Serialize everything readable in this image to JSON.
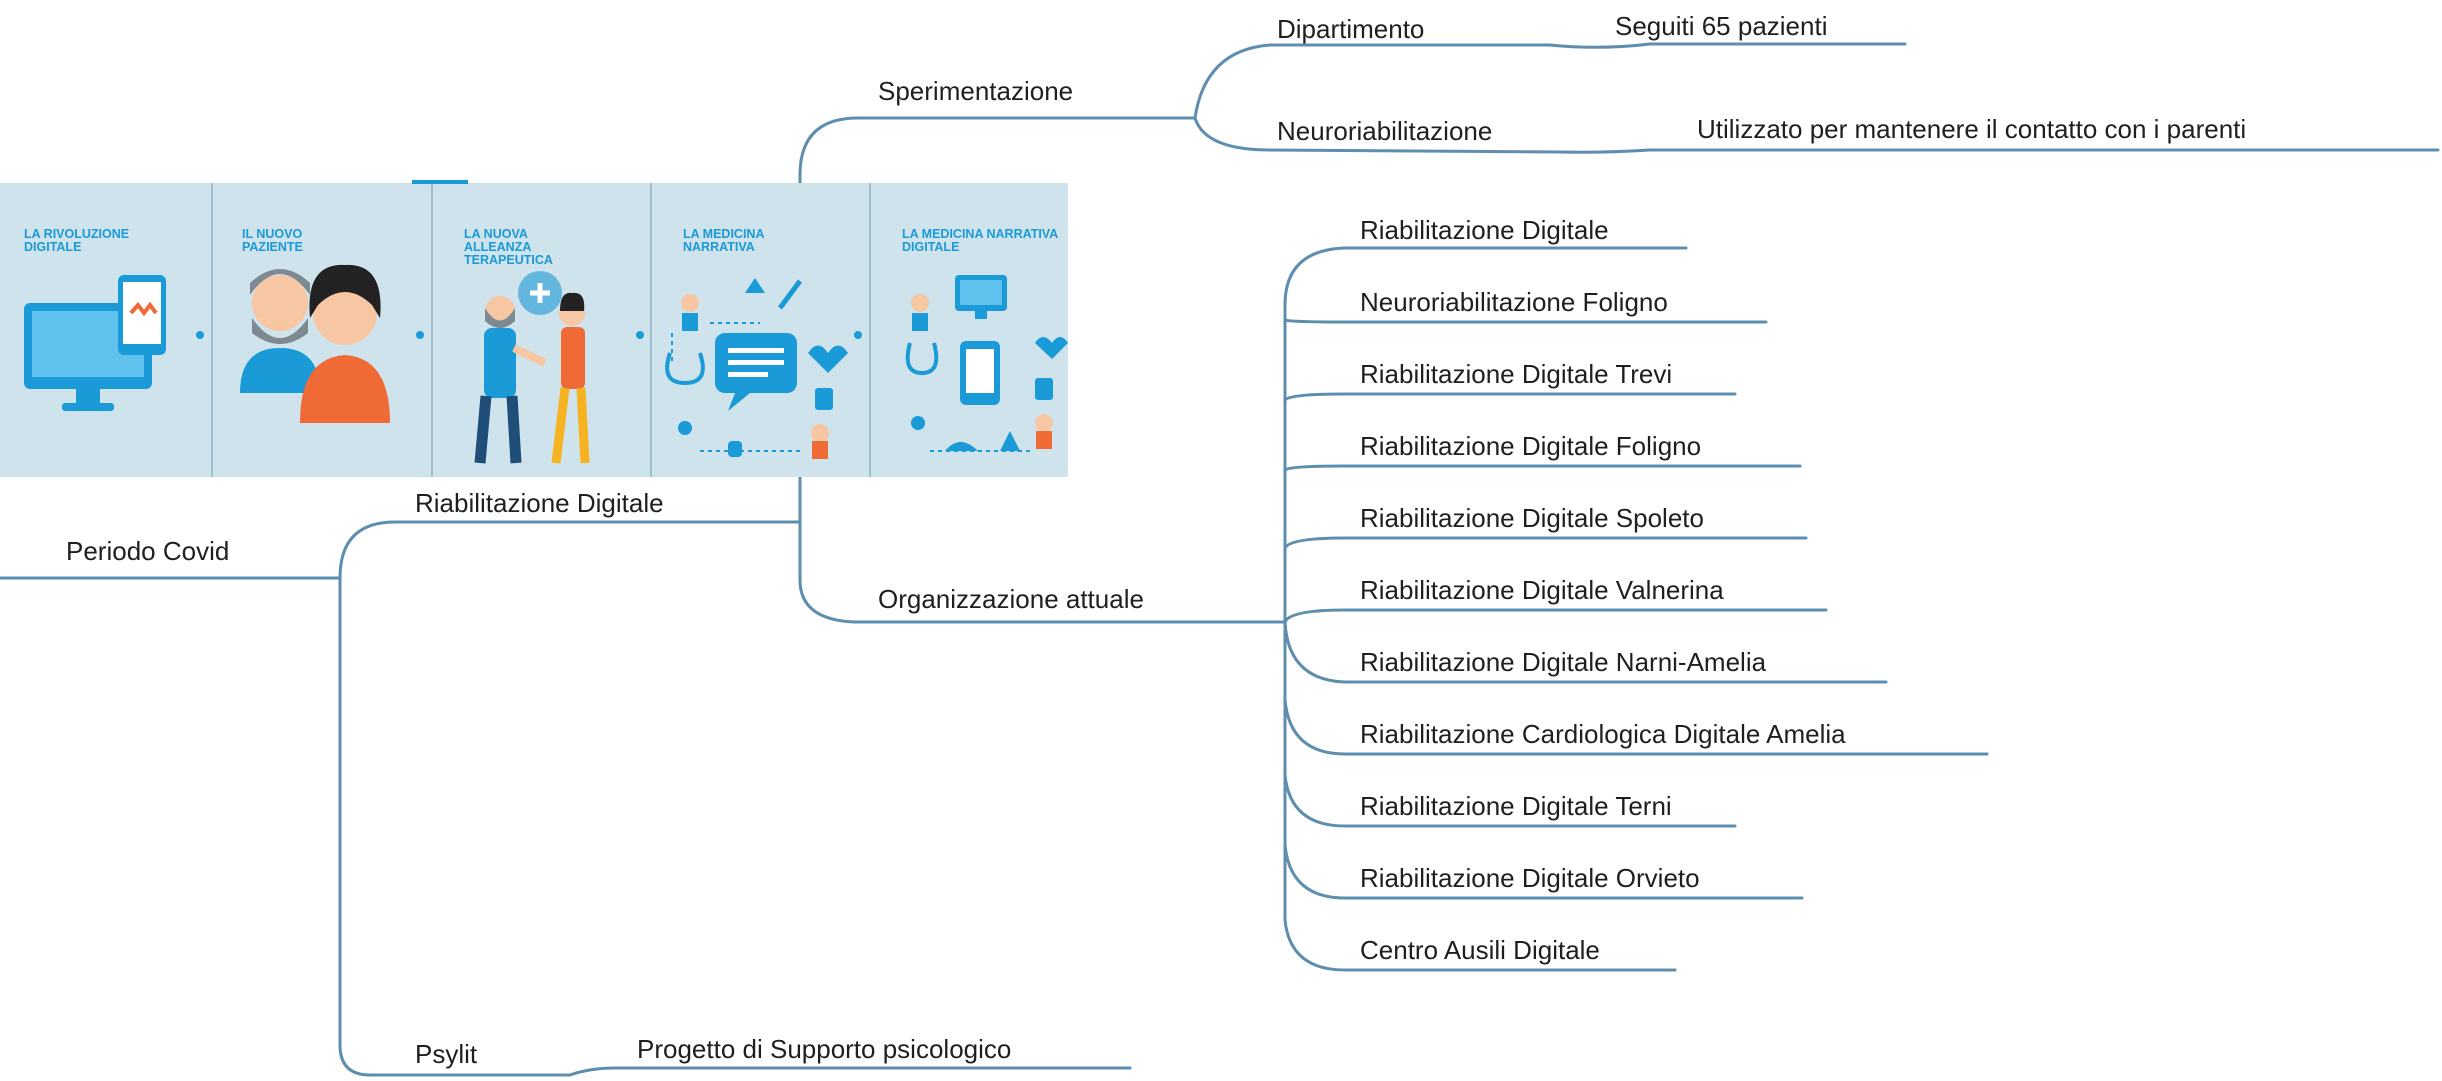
{
  "root": {
    "label": "Periodo Covid"
  },
  "branches": {
    "digital_rehab": {
      "label": "Riabilitazione Digitale"
    },
    "psylit": {
      "label": "Psylit",
      "child": "Progetto di Supporto psicologico"
    },
    "sperimentazione": {
      "label": "Sperimentazione"
    },
    "dipartimento": {
      "label": "Dipartimento",
      "child": "Seguiti 65 pazienti"
    },
    "neuroriabilitazione": {
      "label": "Neuroriabilitazione",
      "child": "Utilizzato per mantenere il contatto con i parenti"
    },
    "organizzazione": {
      "label": "Organizzazione attuale",
      "items": [
        "Riabilitazione Digitale",
        "Neuroriabilitazione Foligno",
        "Riabilitazione Digitale Trevi",
        "Riabilitazione Digitale Foligno",
        "Riabilitazione Digitale Spoleto",
        "Riabilitazione Digitale Valnerina",
        "Riabilitazione Digitale Narni-Amelia",
        "Riabilitazione Cardiologica Digitale Amelia",
        "Riabilitazione Digitale Terni",
        "Riabilitazione Digitale Orvieto",
        "Centro Ausili Digitale"
      ]
    }
  },
  "banner": {
    "panels": [
      {
        "title": "LA RIVOLUZIONE DIGITALE"
      },
      {
        "title": "IL NUOVO PAZIENTE"
      },
      {
        "title": "LA NUOVA ALLEANZA TERAPEUTICA"
      },
      {
        "title": "LA MEDICINA NARRATIVA"
      },
      {
        "title": "LA MEDICINA NARRATIVA DIGITALE"
      }
    ]
  },
  "colors": {
    "connector": "#5d8eae",
    "banner_bg": "#cfe3ec",
    "banner_accent": "#1a9ad6",
    "banner_orange": "#f06a35"
  }
}
